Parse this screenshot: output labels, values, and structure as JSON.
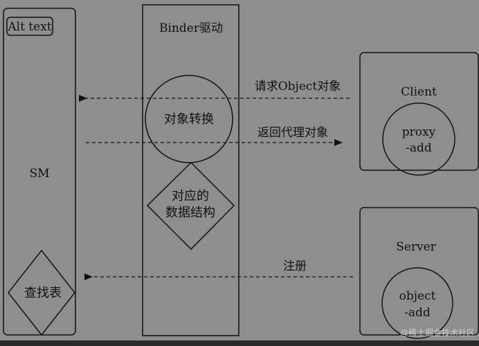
{
  "alt_badge": "Alt text",
  "columns": {
    "sm": "SM",
    "binder": "Binder驱动"
  },
  "binder_circle": "对象转换",
  "binder_diamond": [
    "对应的",
    "数据结构"
  ],
  "sm_diamond": "查找表",
  "client": {
    "title": "Client",
    "circle": [
      "proxy",
      "-add"
    ]
  },
  "server": {
    "title": "Server",
    "circle": [
      "object",
      "-add"
    ]
  },
  "arrows": {
    "request": "请求Object对象",
    "return": "返回代理对象",
    "register": "注册"
  },
  "watermark": "@稀土掘金技术社区",
  "colors": {
    "background": "#8e8e8e",
    "stroke": "#111111"
  }
}
